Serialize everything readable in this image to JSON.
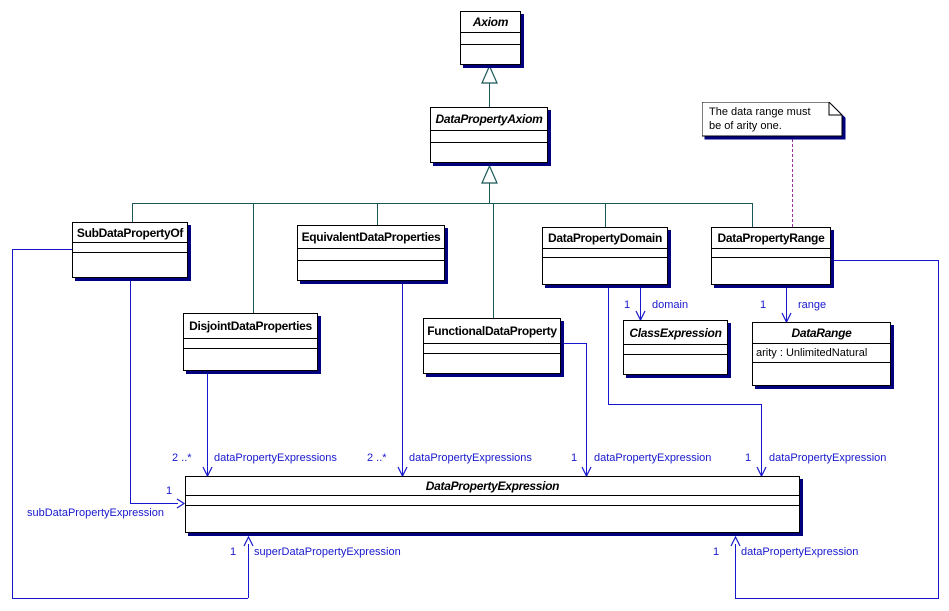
{
  "colors": {
    "association_blue": "#1717cd",
    "generalization_teal": "#1a5858",
    "box_shadow_navy": "#000080",
    "note_link_purple": "#993399",
    "box_fill": "#ffffff",
    "box_border": "#000000"
  },
  "classes": {
    "axiom": {
      "name": "Axiom"
    },
    "data_property_axiom": {
      "name": "DataPropertyAxiom"
    },
    "sub_data_property_of": {
      "name": "SubDataPropertyOf"
    },
    "equivalent_data_properties": {
      "name": "EquivalentDataProperties"
    },
    "disjoint_data_properties": {
      "name": "DisjointDataProperties"
    },
    "functional_data_property": {
      "name": "FunctionalDataProperty"
    },
    "data_property_domain": {
      "name": "DataPropertyDomain"
    },
    "data_property_range": {
      "name": "DataPropertyRange"
    },
    "class_expression": {
      "name": "ClassExpression"
    },
    "data_range": {
      "name": "DataRange",
      "attribute": "arity : UnlimitedNatural"
    },
    "data_property_expression": {
      "name": "DataPropertyExpression"
    }
  },
  "note": {
    "line1": "The data range must",
    "line2": "be of arity one."
  },
  "associations": {
    "disjoint": {
      "multiplicity": "2 ..*",
      "role": "dataPropertyExpressions"
    },
    "equivalent": {
      "multiplicity": "2 ..*",
      "role": "dataPropertyExpressions"
    },
    "functional": {
      "multiplicity": "1",
      "role": "dataPropertyExpression"
    },
    "domain_expression": {
      "multiplicity": "1",
      "role": "dataPropertyExpression"
    },
    "domain": {
      "multiplicity": "1",
      "role": "domain"
    },
    "range": {
      "multiplicity": "1",
      "role": "range"
    },
    "range_expression": {
      "multiplicity": "1",
      "role": "dataPropertyExpression"
    },
    "sub": {
      "multiplicity": "1",
      "role": "subDataPropertyExpression"
    },
    "super": {
      "multiplicity": "1",
      "role": "superDataPropertyExpression"
    }
  }
}
